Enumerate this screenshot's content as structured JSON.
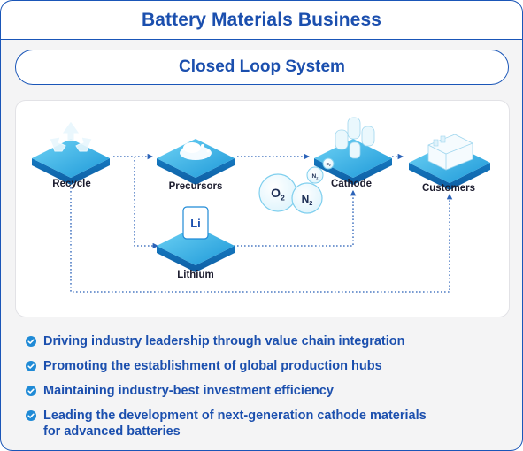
{
  "title": "Battery Materials Business",
  "subtitle": "Closed Loop System",
  "nodes": {
    "recycle": "Recycle",
    "precursors": "Precursors",
    "cathode": "Cathode",
    "customers": "Customers",
    "lithium": "Lithium"
  },
  "gases": {
    "o2_large": "O2",
    "n2_large": "N2",
    "n2_small": "N2",
    "o2_small": "O2"
  },
  "lithium_symbol": "Li",
  "bullets": [
    {
      "text": "Driving industry leadership through value chain integration"
    },
    {
      "text": "Promoting the establishment of global production hubs"
    },
    {
      "text": "Maintaining industry-best investment efficiency"
    },
    {
      "text": "Leading the development of next-generation cathode materials",
      "text2": "for advanced batteries"
    }
  ],
  "colors": {
    "brand_blue": "#1b4fae",
    "accent_cyan": "#1fa7de",
    "check_blue": "#1f8ad6"
  }
}
